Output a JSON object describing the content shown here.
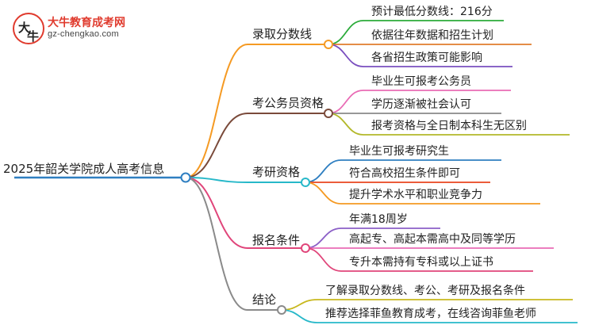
{
  "logo": {
    "title": "大牛教育成考网",
    "url": "gz-chengkao.com",
    "mark_chars": [
      "大",
      "牛"
    ]
  },
  "root": {
    "label": "2025年韶关学院成人高考信息",
    "color": "#2f7fc1"
  },
  "branches": [
    {
      "label": "录取分数线",
      "color": "#f59a23",
      "children": [
        {
          "label": "预计最低分数线：216分",
          "color": "#2bab3a"
        },
        {
          "label": "依据往年数据和招生计划",
          "color": "#e07b2d"
        },
        {
          "label": "各省招生政策可能影响",
          "color": "#7a4fbf"
        }
      ]
    },
    {
      "label": "考公务员资格",
      "color": "#7a4a3a",
      "children": [
        {
          "label": "毕业生可报考公务员",
          "color": "#e96bb5"
        },
        {
          "label": "学历逐渐被社会认可",
          "color": "#8a8a8a"
        },
        {
          "label": "报考资格与全日制本科生无区别",
          "color": "#b3b82a"
        }
      ]
    },
    {
      "label": "考研资格",
      "color": "#27b8c9",
      "children": [
        {
          "label": "毕业生可报考研究生",
          "color": "#2f7fc1"
        },
        {
          "label": "符合高校招生条件即可",
          "color": "#e8441e"
        },
        {
          "label": "提升学术水平和职业竞争力",
          "color": "#f59a23"
        }
      ]
    },
    {
      "label": "报名条件",
      "color": "#e0457a",
      "children": [
        {
          "label": "年满18周岁",
          "color": "#8b5fc7"
        },
        {
          "label": "高起专、高起本需高中及同等学历",
          "color": "#e96bb5"
        },
        {
          "label": "专升本需持有专科或以上证书",
          "color": "#e0457a"
        }
      ]
    },
    {
      "label": "结论",
      "color": "#8a8a8a",
      "children": [
        {
          "label": "了解录取分数线、考公、考研及报名条件",
          "color": "#c8b81e"
        },
        {
          "label": "推荐选择菲鱼教育成考，在线咨询菲鱼老师",
          "color": "#27b8c9"
        }
      ]
    }
  ]
}
